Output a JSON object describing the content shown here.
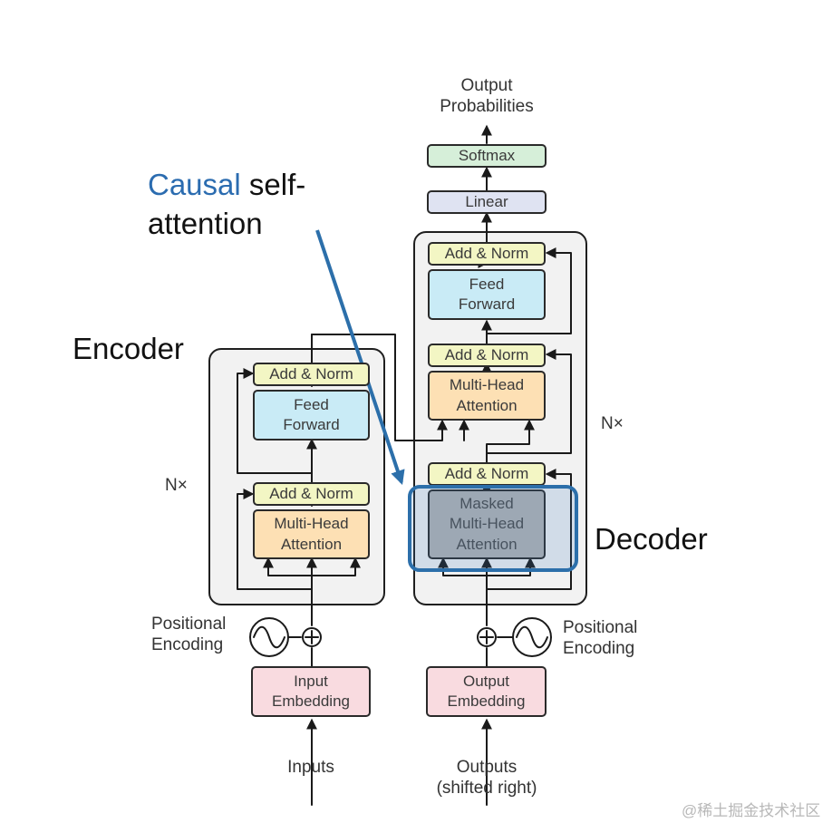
{
  "encoder": {
    "label": "Encoder",
    "nx": "N×",
    "add_norm_top": "Add & Norm",
    "feed_forward": "Feed\nForward",
    "add_norm_bottom": "Add & Norm",
    "attention": "Multi-Head\nAttention",
    "pos_label": "Positional\nEncoding",
    "embedding": "Input\nEmbedding",
    "input_label": "Inputs"
  },
  "decoder": {
    "label": "Decoder",
    "nx": "N×",
    "add_norm_top": "Add & Norm",
    "feed_forward": "Feed\nForward",
    "add_norm_mid": "Add & Norm",
    "cross_attention": "Multi-Head\nAttention",
    "add_norm_bottom": "Add & Norm",
    "masked_attention": "Masked\nMulti-Head\nAttention",
    "pos_label": "Positional\nEncoding",
    "embedding": "Output\nEmbedding",
    "input_label": "Outputs\n(shifted right)"
  },
  "head": {
    "linear": "Linear",
    "softmax": "Softmax",
    "output_label": "Output\nProbabilities"
  },
  "callout": {
    "accent_word": "Causal",
    "rest_line1": " self-",
    "line2": "attention"
  },
  "watermark": "@稀土掘金技术社区",
  "colors": {
    "accent": "#2c6faa",
    "add_norm": "#f3f6c4",
    "feed_forward": "#c9ebf6",
    "attention": "#fde0b4",
    "embedding": "#f9dbe0",
    "linear": "#dfe3f2",
    "softmax": "#d6efd9",
    "masked": "#b3b3b3"
  }
}
